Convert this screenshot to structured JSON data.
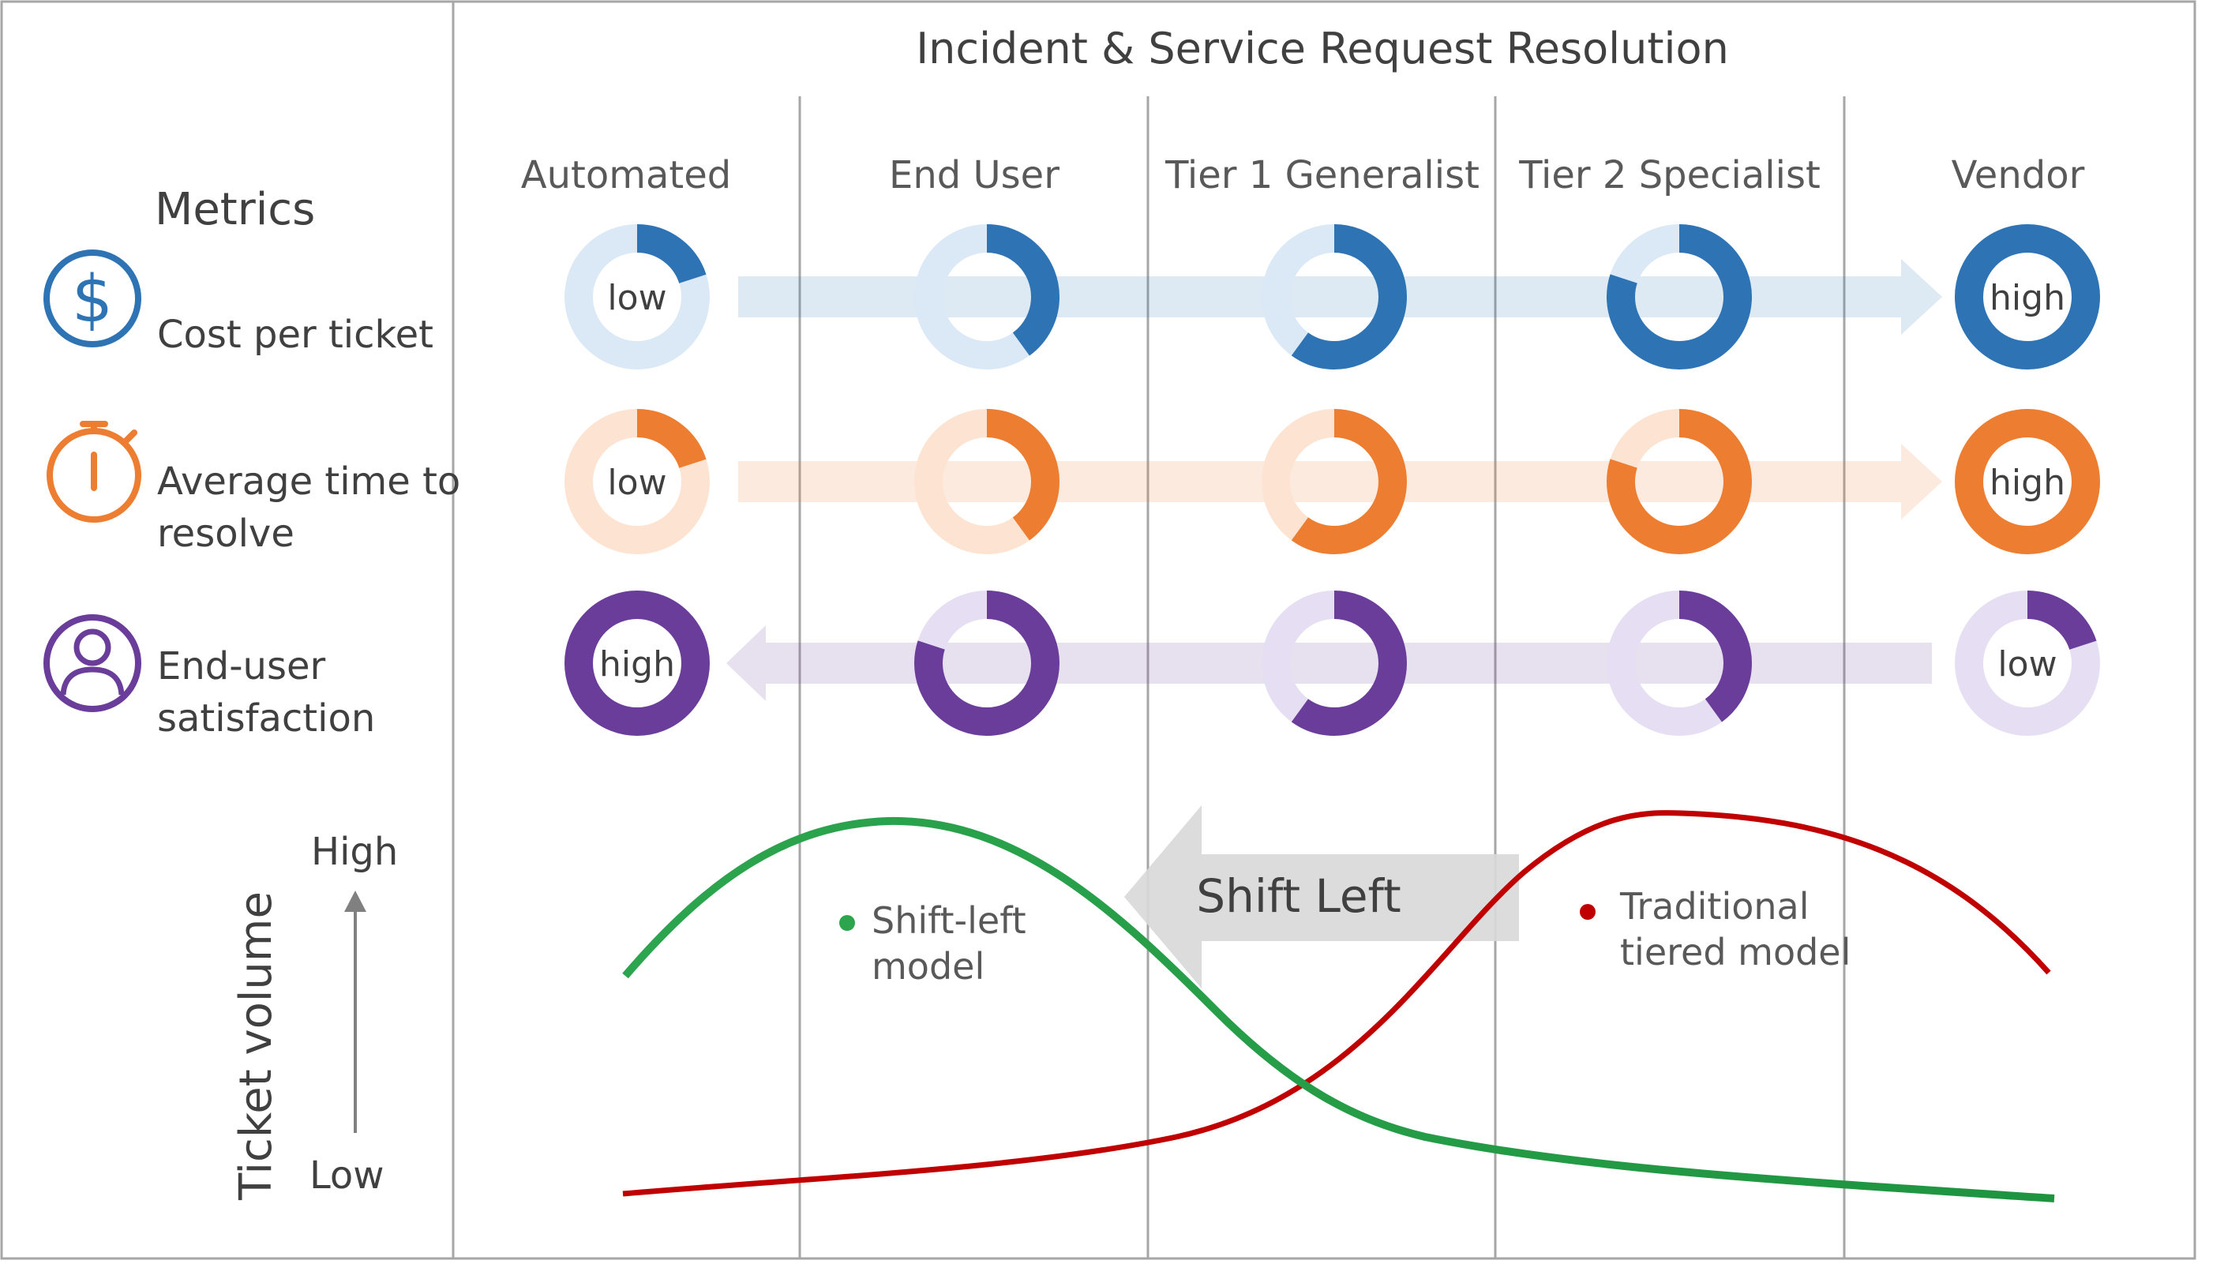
{
  "title": "Incident & Service Request Resolution",
  "tiers": [
    "Automated",
    "End User",
    "Tier 1 Generalist",
    "Tier 2 Specialist",
    "Vendor"
  ],
  "metrics_heading": "Metrics",
  "metrics": [
    {
      "key": "cost",
      "label_lines": [
        "Cost per ticket"
      ],
      "icon": "dollar-icon",
      "color": "#2e74b5",
      "light": "#dbe9f6",
      "fractions": [
        0.2,
        0.4,
        0.6,
        0.8,
        1.0
      ],
      "start_label": "low",
      "end_label": "high",
      "arrow_direction": "right"
    },
    {
      "key": "time",
      "label_lines": [
        "Average time to",
        "resolve"
      ],
      "icon": "stopwatch-icon",
      "color": "#ed7d31",
      "light": "#fde4d2",
      "fractions": [
        0.2,
        0.4,
        0.6,
        0.8,
        1.0
      ],
      "start_label": "low",
      "end_label": "high",
      "arrow_direction": "right"
    },
    {
      "key": "satisfaction",
      "label_lines": [
        "End-user",
        "satisfaction"
      ],
      "icon": "user-icon",
      "color": "#6a3d9a",
      "light": "#e6def2",
      "fractions": [
        1.0,
        0.8,
        0.6,
        0.4,
        0.2
      ],
      "start_label": "high",
      "end_label": "low",
      "arrow_direction": "left"
    }
  ],
  "volume_axis": {
    "label": "Ticket volume",
    "high": "High",
    "low": "Low"
  },
  "shift_label": "Shift Left",
  "curves": [
    {
      "name_lines": [
        "Shift-left",
        "model"
      ],
      "color": "#2da44e"
    },
    {
      "name_lines": [
        "Traditional",
        "tiered model"
      ],
      "color": "#c00000"
    }
  ]
}
